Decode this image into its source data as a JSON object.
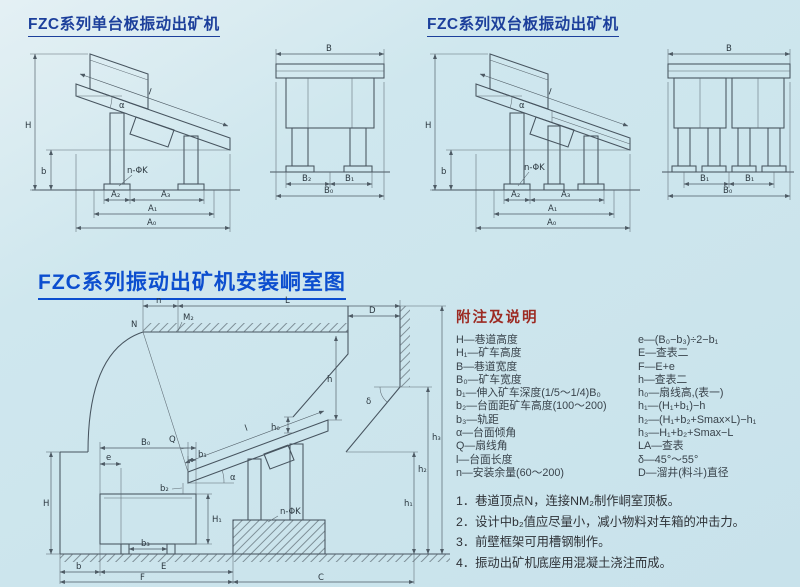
{
  "page": {
    "title_single": "FZC系列单台板振动出矿机",
    "title_double": "FZC系列双台板振动出矿机",
    "title_installation": "FZC系列振动出矿机安装峒室图"
  },
  "colors": {
    "background": "#cfe7ee",
    "title_blue": "#1c3f9b",
    "install_blue": "#0c4ecf",
    "heading_red": "#9c2a22",
    "line_color": "#47545f"
  },
  "notes": {
    "heading": "附注及说明",
    "legend_left": [
      "H—巷道高度",
      "H₁—矿车高度",
      "B—巷道宽度",
      "B₀—矿车宽度",
      "b₁—伸入矿车深度(1/5～1/4)B₀",
      "b₂—台面距矿车高度(100～200)",
      "b₃—轨距",
      "α—台面倾角",
      "Q—扇线角",
      "l—台面长度",
      "n—安装余量(60～200)"
    ],
    "legend_right": [
      "e—(B₀−b₃)÷2−b₁",
      "E—查表二",
      "F—E+e",
      "h—查表二",
      "h₀—扇线高,(表一)",
      "h₁—(H₁+b₁)−h",
      "h₂—(H₁+b₂+Smax×L)−h₁",
      "h₃—H₁+b₂+Smax−L",
      "LA—查表",
      "δ—45°～55°",
      "D—溜井(料斗)直径"
    ],
    "numbered": [
      "1．巷道顶点N，连接NM₂制作峒室顶板。",
      "2．设计中b₂值应尽量小，减小物料对车箱的冲击力。",
      "3．前壁框架可用槽钢制作。",
      "4．振动出矿机底座用混凝土浇注而成。"
    ]
  },
  "labels": {
    "H": "H",
    "H1": "H₁",
    "B": "B",
    "B0": "B₀",
    "B1": "B₁",
    "B2": "B₂",
    "A0": "A₀",
    "A1": "A₁",
    "A2": "A₂",
    "A3": "A₃",
    "b": "b",
    "b1": "b₁",
    "b2": "b₂",
    "b3": "b₃",
    "l": "l",
    "n": "n",
    "L": "L",
    "N": "N",
    "M2": "M₂",
    "D": "D",
    "E": "E",
    "F": "F",
    "C": "C",
    "e": "e",
    "h": "h",
    "h0": "h₀",
    "h1": "h₁",
    "h2": "h₂",
    "h3": "h₃",
    "alpha": "α",
    "delta": "δ",
    "Q": "Q",
    "bolt": "n-ΦK"
  }
}
